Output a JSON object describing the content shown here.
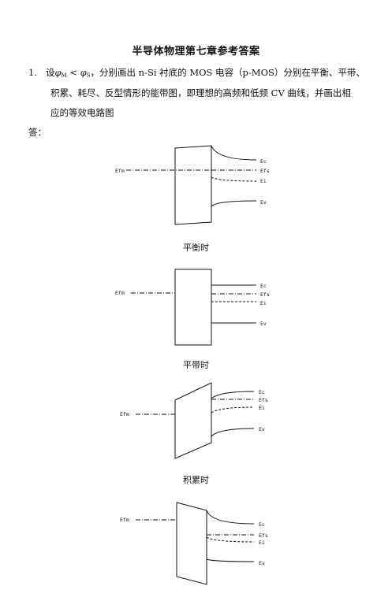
{
  "title": "半导体物理第七章参考答案",
  "question": {
    "number": "1.",
    "prefix": "设",
    "phi_m": "φ",
    "phi_m_sub": "M",
    "less_than": " < ",
    "phi_s": "φ",
    "phi_s_sub": "S",
    "line1_rest": "，分别画出 n-Si 衬底的 MOS 电容（p-MOS）分别在平衡、平带、",
    "line2": "积累、耗尽、反型情形的能带图，即理想的高频和低频 CV 曲线，并画出相",
    "line3": "应的等效电路图"
  },
  "answer_label": "答：",
  "diagrams": [
    {
      "caption": "平衡时",
      "labels": {
        "efm": "Efm",
        "ec": "Ec",
        "efs": "Efs",
        "ei": "Ei",
        "ev": "Ev"
      }
    },
    {
      "caption": "平带时",
      "labels": {
        "efm": "Efm",
        "ec": "Ec",
        "efs": "Efs",
        "ei": "Ei",
        "ev": "Ev"
      }
    },
    {
      "caption": "积累时",
      "labels": {
        "efm": "Efm",
        "ec": "Ec",
        "efs": "Efs",
        "ei": "Ei",
        "ev": "Ev"
      }
    },
    {
      "caption": "",
      "labels": {
        "efm": "Efm",
        "ec": "Ec",
        "efs": "Efs",
        "ei": "Ei",
        "ev": "Ev"
      }
    }
  ],
  "colors": {
    "ink": "#111111",
    "background": "#ffffff"
  }
}
